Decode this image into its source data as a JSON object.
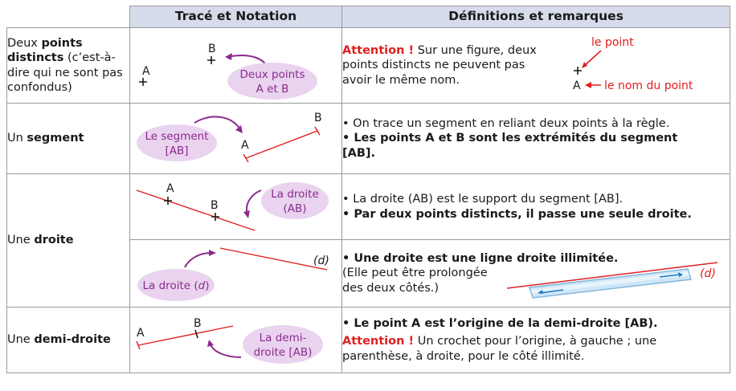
{
  "headers": {
    "col1": "",
    "col2": "Tracé et Notation",
    "col3": "Définitions et remarques"
  },
  "rows": {
    "points": {
      "label_pre": "Deux ",
      "label_bold": "points distincts",
      "label_post": " (c’est-à-dire qui ne sont pas confondus)",
      "pt_a": "A",
      "pt_b": "B",
      "bubble_line1": "Deux points",
      "bubble_line2": "A et B",
      "def_attention": "Attention !",
      "def_text_line1": " Sur une figure, deux",
      "def_text_line2": "points distincts ne peuvent pas",
      "def_text_line3": "avoir le même nom.",
      "diag_point_label": "le point",
      "diag_name_label": "le nom du point",
      "diag_pt": "A"
    },
    "segment": {
      "label_pre": "Un ",
      "label_bold": "segment",
      "pt_a": "A",
      "pt_b": "B",
      "bubble_line1": "Le segment",
      "bubble_line2": "[AB]",
      "def_bullet1": "• On trace un segment en reliant deux points à la règle.",
      "def_bullet2_line1": "• Les points A et B sont les extrémités du segment",
      "def_bullet2_line2": "[AB]."
    },
    "droite": {
      "label_pre": "Une ",
      "label_bold": "droite",
      "pt_a": "A",
      "pt_b": "B",
      "bubble1_line1": "La droite",
      "bubble1_line2": "(AB)",
      "def1_bullet1": "• La droite (AB) est le support du segment [AB].",
      "def1_bullet2": "• Par deux points distincts, il passe une seule droite.",
      "d_label": "(d)",
      "bubble2_pre": "La droite (",
      "bubble2_it": "d",
      "bubble2_post": ")",
      "def2_bullet1": "• Une droite est une ligne droite illimitée.",
      "def2_paren_line1": "(Elle peut être prolongée",
      "def2_paren_line2": "des deux côtés.)",
      "ruler_d_label": "(d)"
    },
    "demidroite": {
      "label_pre": "Une ",
      "label_bold": "demi-droite",
      "pt_a": "A",
      "pt_b": "B",
      "bubble_line1": "La demi-",
      "bubble_line2": "droite [AB)",
      "def_bullet1": "• Le point A est l’origine de la demi-droite [AB).",
      "def_attention": "Attention !",
      "def_text_line1": " Un crochet pour l’origine, à gauche ; une",
      "def_text_line2": "parenthèse, à droite, pour le côté illimité."
    }
  },
  "colors": {
    "header_bg": "#d6dcec",
    "bubble_fill": "#e9d3ee",
    "bubble_text": "#8b2a8f",
    "arrow": "#8b2a8f",
    "accent_red": "#e01e1e",
    "border": "#9a9a9a"
  }
}
